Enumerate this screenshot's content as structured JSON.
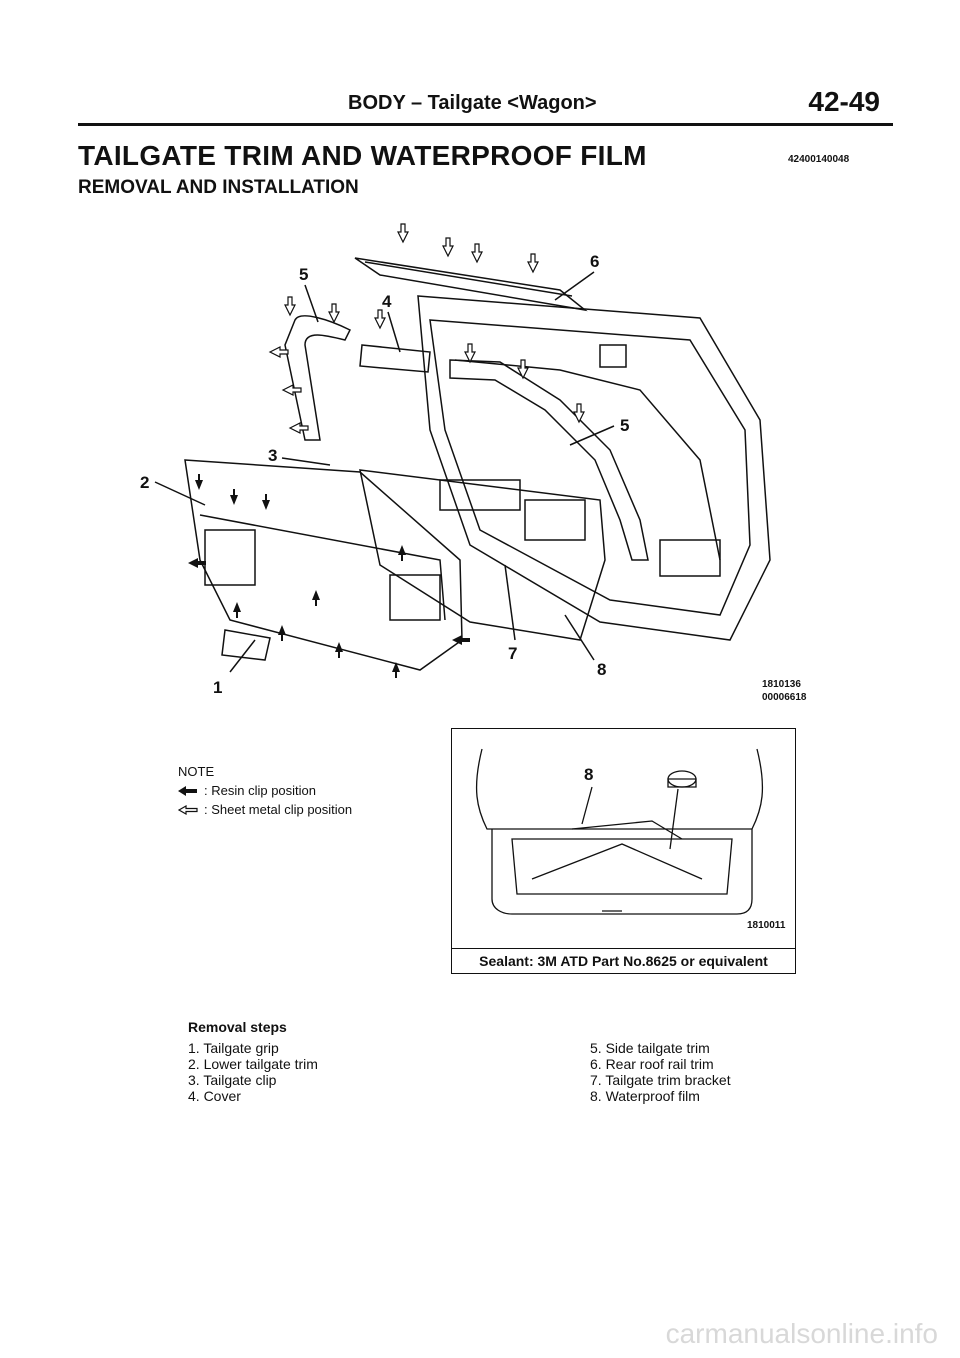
{
  "header": {
    "section": "BODY – Tailgate <Wagon>",
    "page_number": "42-49"
  },
  "title": "TAILGATE TRIM AND WATERPROOF FILM",
  "title_code": "42400140048",
  "subtitle": "REMOVAL AND INSTALLATION",
  "figure_main": {
    "code_line1": "1810136",
    "code_line2": "00006618",
    "callouts": [
      "1",
      "2",
      "3",
      "4",
      "5",
      "5",
      "6",
      "7",
      "8"
    ]
  },
  "note": {
    "heading": "NOTE",
    "items": [
      {
        "icon": "resin-clip-arrow-icon",
        "text": ": Resin clip position"
      },
      {
        "icon": "sheet-metal-clip-arrow-icon",
        "text": ": Sheet metal clip position"
      }
    ]
  },
  "figure_inset": {
    "callout": "8",
    "code": "1810011",
    "caption": "Sealant: 3M ATD Part No.8625 or equivalent"
  },
  "removal_steps": {
    "heading": "Removal steps",
    "left": [
      "1. Tailgate grip",
      "2. Lower tailgate trim",
      "3. Tailgate clip",
      "4. Cover"
    ],
    "right": [
      "5. Side tailgate trim",
      "6. Rear roof rail trim",
      "7. Tailgate trim bracket",
      "8. Waterproof film"
    ]
  },
  "footer": "carmanualsonline.info"
}
